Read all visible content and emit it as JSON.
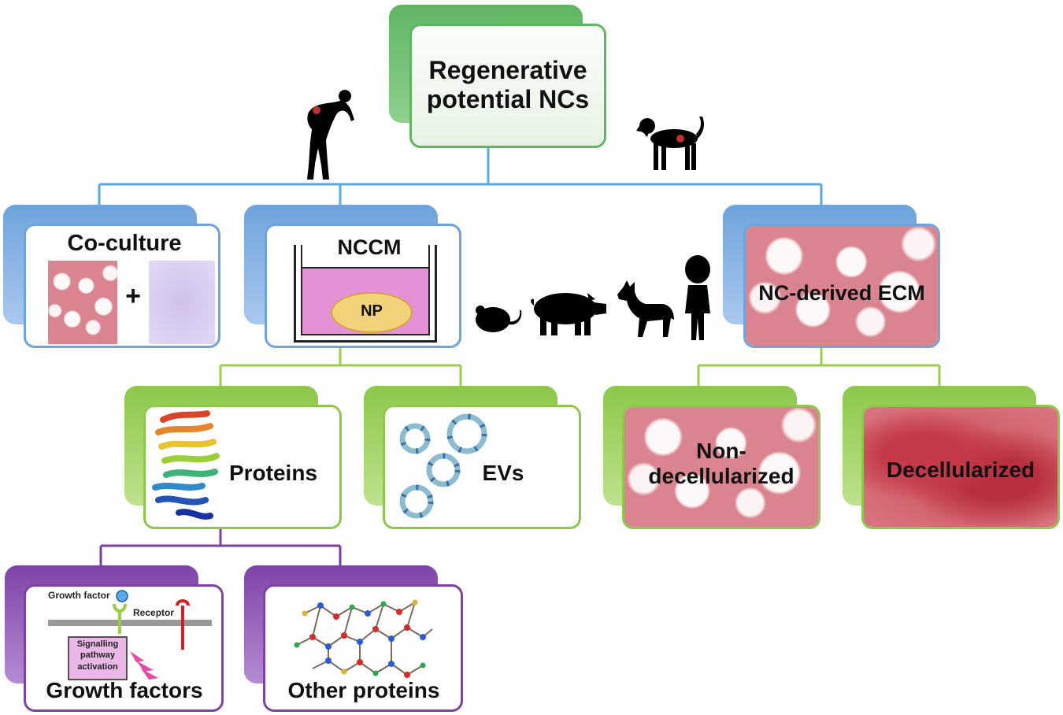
{
  "diagram": {
    "root": {
      "label": "Regenerative potential NCs"
    },
    "level1": {
      "coculture": {
        "label": "Co-culture",
        "plus": "+"
      },
      "nccm": {
        "label": "NCCM",
        "np": "NP"
      },
      "ecm": {
        "label": "NC-derived ECM"
      }
    },
    "level2": {
      "proteins": {
        "label": "Proteins"
      },
      "evs": {
        "label": "EVs"
      },
      "nondecell": {
        "label": "Non-decellularized"
      },
      "decell": {
        "label": "Decellularized"
      }
    },
    "level3": {
      "growth": {
        "label": "Growth factors",
        "gf_text": "Growth factor",
        "receptor_text": "Receptor",
        "signalling_text": "Signalling pathway activation"
      },
      "other": {
        "label": "Other proteins"
      }
    },
    "icons": [
      "human-back-pain-icon",
      "dog-icon",
      "mouse-icon",
      "pig-icon",
      "shepherd-dog-icon",
      "child-icon"
    ],
    "colors": {
      "root": "#5fb562",
      "level1": "#6fa3dc",
      "level2": "#8cc84a",
      "level3": "#7f43a8",
      "connector_blue": "#5aa9e0",
      "connector_green": "#9ccc4a",
      "connector_purple": "#7a3fa0"
    }
  }
}
